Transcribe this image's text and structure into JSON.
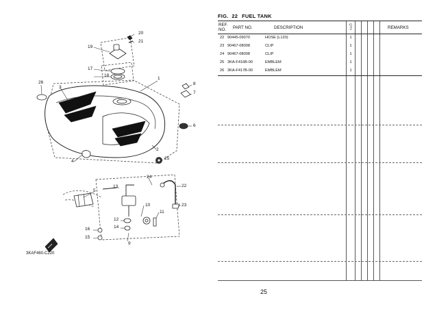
{
  "figure": {
    "label": "FIG.",
    "number": "22",
    "name": "FUEL TANK"
  },
  "table": {
    "headers": {
      "ref_line1": "REF.",
      "ref_line2": "NO.",
      "part_no": "PART NO.",
      "description": "DESCRIPTION",
      "qty": "Q'TY",
      "remarks": "REMARKS"
    },
    "rows": [
      {
        "ref": "22",
        "part_no": "90445-09070",
        "description": "HOSE (L120)",
        "qty": "1"
      },
      {
        "ref": "23",
        "part_no": "90467-08008",
        "description": "CLIP",
        "qty": "1"
      },
      {
        "ref": "24",
        "part_no": "90467-08008",
        "description": "CLIP",
        "qty": "1"
      },
      {
        "ref": "25",
        "part_no": "3KA-F416B-00",
        "description": "EMBLEM",
        "qty": "1"
      },
      {
        "ref": "26",
        "part_no": "3KA-F417B-00",
        "description": "EMBLEM",
        "qty": "1"
      }
    ]
  },
  "diagram": {
    "code": "3KAF460-C220",
    "callouts": [
      "1",
      "2",
      "3",
      "4",
      "5",
      "6",
      "7",
      "8",
      "9",
      "10",
      "11",
      "12",
      "13",
      "14",
      "15",
      "16",
      "17",
      "18",
      "19",
      "20",
      "21",
      "22",
      "23",
      "24",
      "25",
      "26"
    ]
  },
  "page_number": "25"
}
